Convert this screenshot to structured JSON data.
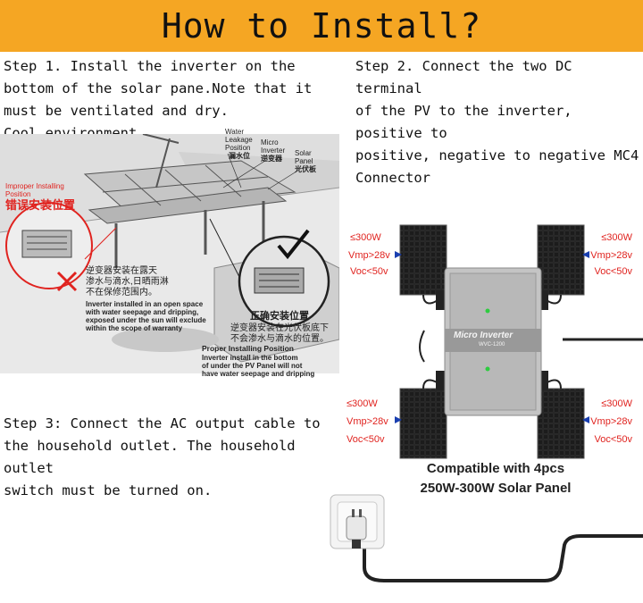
{
  "header": {
    "title": "How to Install?"
  },
  "steps": {
    "step1": "Step 1. Install the inverter on the\nbottom of the solar pane.Note that it\n must be ventilated and dry.\nCool environment.",
    "step2": "Step 2. Connect the two DC terminal\n of the PV to the inverter, positive to\npositive, negative to negative MC4\nConnector",
    "step3": "Step 3: Connect the AC output cable to\nthe household outlet. The household outlet\nswitch must be turned on."
  },
  "illustration": {
    "water_leakage": "Water\nLeakage\nPosition",
    "water_leakage_cn": "漏水位",
    "micro_inverter": "Micro\nInverter",
    "micro_inverter_cn": "逆变器",
    "solar_panel": "Solar\nPanel",
    "solar_panel_cn": "光伏板",
    "improper_en": "Improper Installing\nPosition",
    "improper_cn": "错误安装位置",
    "improper_note_cn": "逆变器安装在露天\n渗水与滴水,日晒雨淋\n不在保修范围内。",
    "improper_note_en": "Inverter installed in an open space\nwith water seepage and dripping,\nexposed under the sun will exclude\nwithin the scope of warranty",
    "proper_cn": "正确安装位置",
    "proper_note_cn": "逆变器安装在光伏板底下\n不会渗水与滴水的位置。",
    "proper_en": "Proper Installing Position",
    "proper_note_en": "Inverter install in the bottom\nof under the PV Panel will not\nhave water seepage and dripping"
  },
  "panels": {
    "power": "≤300W",
    "vmp": "Vmp>28v",
    "voc": "Voc<50v"
  },
  "inverter": {
    "title": "Micro Inverter",
    "model": "WVC-1200"
  },
  "compatible": "Compatible with 4pcs\n250W-300W Solar Panel",
  "colors": {
    "header": "#f5a623",
    "warning": "#e0231f",
    "arrow": "#1a3fb0"
  }
}
